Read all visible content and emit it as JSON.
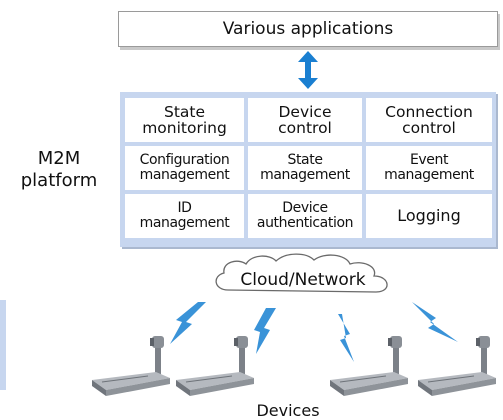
{
  "applications": {
    "label": "Various applications"
  },
  "platform": {
    "label_lines": [
      "M2M",
      "platform"
    ],
    "functions": [
      {
        "lines": [
          "State",
          "monitoring"
        ]
      },
      {
        "lines": [
          "Device",
          "control"
        ]
      },
      {
        "lines": [
          "Connection",
          "control"
        ]
      },
      {
        "lines": [
          "Configuration",
          "management"
        ]
      },
      {
        "lines": [
          "State",
          "management"
        ]
      },
      {
        "lines": [
          "Event",
          "management"
        ]
      },
      {
        "lines": [
          "ID",
          "management"
        ]
      },
      {
        "lines": [
          "Device",
          "authentication"
        ]
      },
      {
        "lines": [
          "Logging"
        ]
      }
    ]
  },
  "network": {
    "label": "Cloud/Network"
  },
  "devices": {
    "label": "Devices"
  },
  "colors": {
    "platform_fill": "#c7d6ef",
    "arrow": "#1a7fd1",
    "signal": "#3a93d8"
  },
  "icons": [
    "double-arrow-icon",
    "cloud-icon",
    "signal-bolt-icon",
    "device-icon"
  ]
}
